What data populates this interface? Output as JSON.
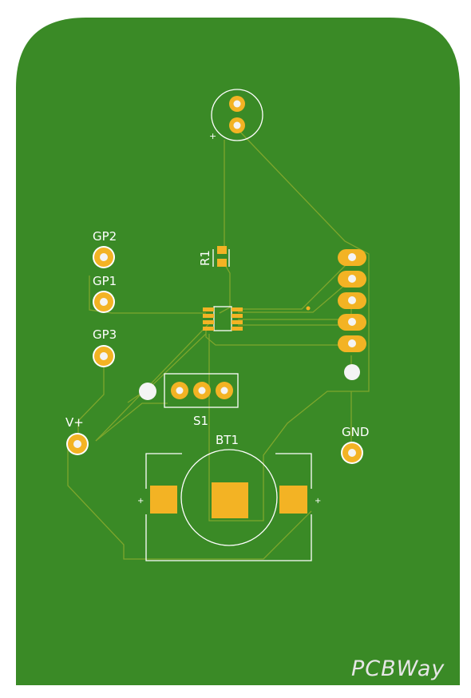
{
  "labels": {
    "gp2": "GP2",
    "gp1": "GP1",
    "gp3": "GP3",
    "vplus": "V+",
    "gnd": "GND",
    "s1": "S1",
    "bt1": "BT1",
    "r1": "R1",
    "plus": "+"
  },
  "watermark": "PCBWay",
  "colors": {
    "board": "#3a8a26",
    "trace": "#7ea62c",
    "copper": "#f3b324",
    "silkscreen": "#ffffff",
    "drill": "#f4f4f4"
  }
}
